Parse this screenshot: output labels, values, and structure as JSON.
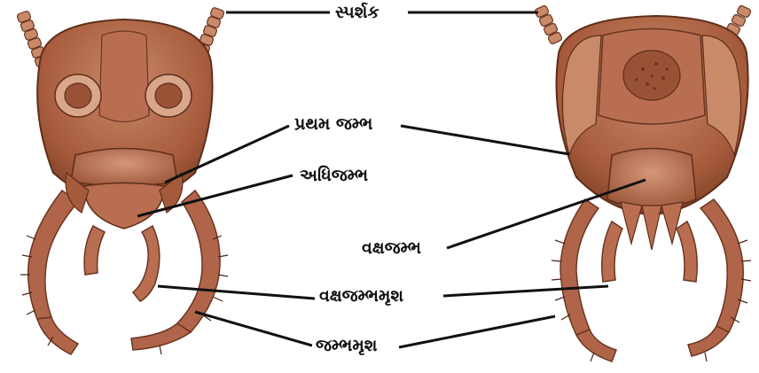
{
  "diagram": {
    "labels": {
      "antenna": "સ્પર્શક",
      "mandible": "પ્રથમ જમ્ભ",
      "labrum": "અધિજમ્ભ",
      "labium": "વક્ષજમ્ભ",
      "labial_palp": "વક્ષજમ્ભમૃશ",
      "maxillary_palp": "જમ્ભમૃશ"
    },
    "colors": {
      "head_dark": "#8a4a2c",
      "head_mid": "#b0654a",
      "head_light": "#c98a6a",
      "line": "#111111"
    }
  }
}
